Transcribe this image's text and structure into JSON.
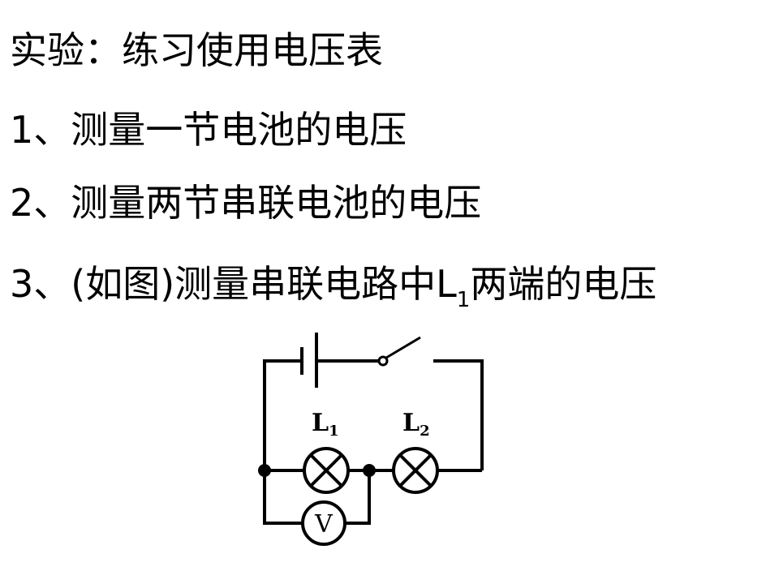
{
  "title": "实验：练习使用电压表",
  "items": [
    {
      "text": "1、测量一节电池的电压"
    },
    {
      "text": "2、测量两节串联电池的电压"
    },
    {
      "text_before": "3、(如图)测量串联电路中L",
      "subscript": "1",
      "text_after": "两端的电压"
    }
  ],
  "circuit": {
    "lamp1_label": "L",
    "lamp1_sub": "1",
    "lamp2_label": "L",
    "lamp2_sub": "2",
    "meter_label": "V"
  }
}
